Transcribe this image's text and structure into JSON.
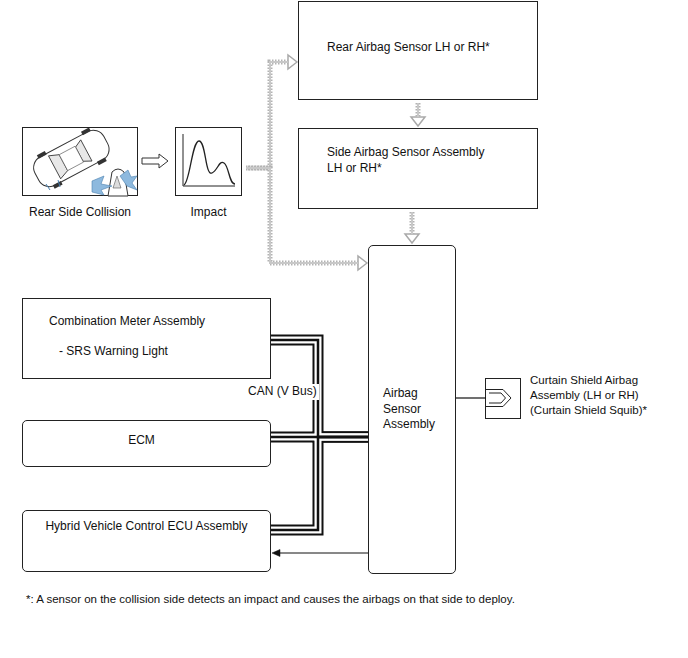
{
  "diagram": {
    "nodes": [
      {
        "text": [
          "Rear Airbag Sensor LH or RH*"
        ]
      },
      {
        "text": [
          "Rear Side Collision"
        ]
      },
      {
        "text": [
          "Impact"
        ]
      },
      {
        "text": [
          "Side Airbag Sensor Assembly LH or RH*"
        ]
      },
      {
        "text": [
          "Combination Meter Assembly",
          "- SRS Warning Light"
        ]
      },
      {
        "text": [
          "Airbag Sensor Assembly"
        ]
      },
      {
        "text": [
          "Curtain Shield Airbag Assembly (LH or RH) (Curtain Shield Squib)*"
        ]
      },
      {
        "text": [
          "ECM"
        ]
      },
      {
        "text": [
          "Hybrid Vehicle Control ECU Assembly"
        ]
      }
    ],
    "edges": [
      {
        "from": 1,
        "to": 2,
        "arrow": "to"
      },
      {
        "from": 2,
        "to": 0,
        "arrow": "to"
      },
      {
        "from": 2,
        "to": 5,
        "arrow": "to"
      },
      {
        "from": 0,
        "to": 3,
        "arrow": "to"
      },
      {
        "from": 3,
        "to": 5,
        "arrow": "to"
      },
      {
        "from": 4,
        "to": 5,
        "label": "CAN (V Bus)",
        "arrow": "none"
      },
      {
        "from": 7,
        "to": 5,
        "arrow": "none"
      },
      {
        "from": 8,
        "to": 5,
        "arrow": "none"
      },
      {
        "from": 5,
        "to": 8,
        "arrow": "to"
      },
      {
        "from": 5,
        "to": 6,
        "arrow": "none"
      }
    ],
    "labels": [
      "*: A sensor on the collision side detects an impact and causes the airbags on that side to deploy."
    ]
  }
}
